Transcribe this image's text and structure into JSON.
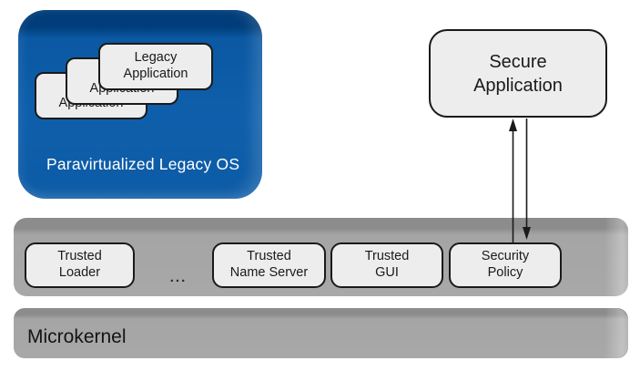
{
  "diagram": {
    "legacy_os": {
      "label": "Paravirtualized Legacy OS",
      "apps": [
        {
          "label": "Legacy\nApplication"
        },
        {
          "label": "Legacy\nApplication"
        },
        {
          "label": "Legacy\nApplication"
        }
      ]
    },
    "secure_app": {
      "label": "Secure\nApplication"
    },
    "trusted_layer": {
      "items": [
        {
          "label": "Trusted\nLoader"
        },
        {
          "label": "..."
        },
        {
          "label": "Trusted\nName Server"
        },
        {
          "label": "Trusted\nGUI"
        },
        {
          "label": "Security\nPolicy"
        }
      ]
    },
    "microkernel": {
      "label": "Microkernel"
    },
    "colors": {
      "legacy_os_fill": "#0e5fab",
      "legacy_os_top": "#003d7a",
      "bar_fill": "#a8a8a8",
      "bar_top": "#8c8c8c",
      "component_fill": "#ededed",
      "component_border": "#1a1a1a",
      "legacy_os_text": "#ffffff"
    }
  }
}
